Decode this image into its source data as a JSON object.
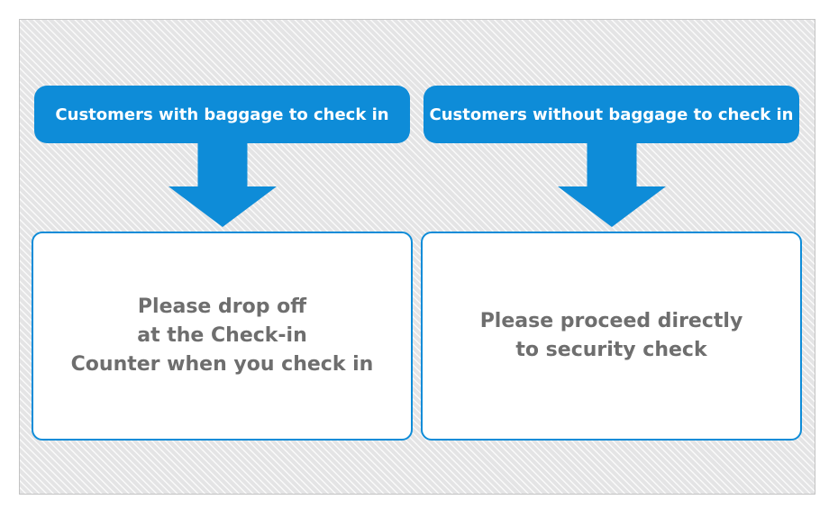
{
  "colors": {
    "accent_blue": "#0e8cd8",
    "body_text": "#6e6e6e",
    "header_text": "#ffffff",
    "stripe_base": "#e4e4e5",
    "stripe_line": "#fafafa",
    "panel_border": "#c3c3c3"
  },
  "columns": [
    {
      "header": "Customers with baggage to check in",
      "body_lines": [
        "Please drop off",
        "at the Check-in",
        "Counter when you check in"
      ]
    },
    {
      "header": "Customers without baggage to check in",
      "body_lines": [
        "Please proceed directly",
        "to security check"
      ]
    }
  ],
  "icons": {
    "arrow": "down-arrow"
  }
}
